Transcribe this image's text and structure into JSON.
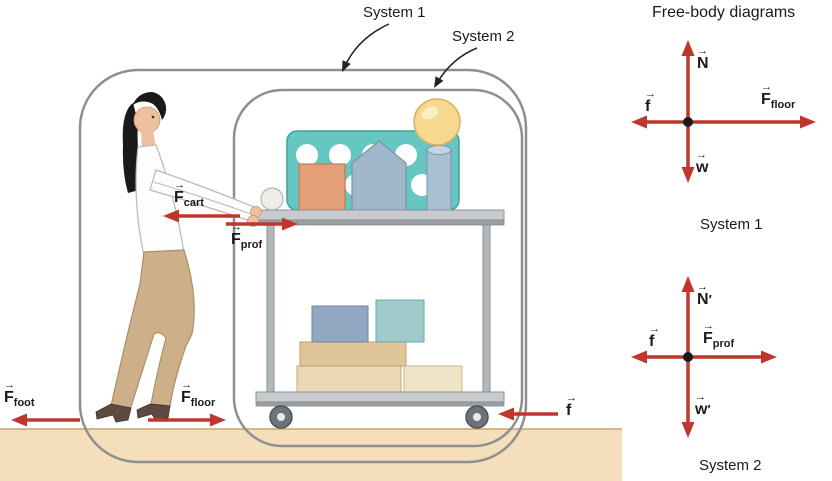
{
  "figure": {
    "title": "Free-body diagrams",
    "callouts": {
      "system1": "System 1",
      "system2": "System 2"
    }
  },
  "scene": {
    "forces": {
      "f_cart": {
        "letter": "F",
        "prime": "",
        "sub": "cart"
      },
      "f_prof": {
        "letter": "F",
        "prime": "",
        "sub": "prof"
      },
      "f_foot": {
        "letter": "F",
        "prime": "",
        "sub": "foot"
      },
      "f_floor": {
        "letter": "F",
        "prime": "",
        "sub": "floor"
      },
      "friction": {
        "letter": "f",
        "prime": "",
        "sub": ""
      }
    }
  },
  "fbd1": {
    "caption": "System 1",
    "normal": {
      "letter": "N",
      "prime": "",
      "sub": ""
    },
    "friction": {
      "letter": "f",
      "prime": "",
      "sub": ""
    },
    "applied": {
      "letter": "F",
      "prime": "",
      "sub": "floor"
    },
    "weight": {
      "letter": "w",
      "prime": "",
      "sub": ""
    }
  },
  "fbd2": {
    "caption": "System 2",
    "normal": {
      "letter": "N",
      "prime": "′",
      "sub": ""
    },
    "friction": {
      "letter": "f",
      "prime": "",
      "sub": ""
    },
    "applied": {
      "letter": "F",
      "prime": "",
      "sub": "prof"
    },
    "weight": {
      "letter": "w",
      "prime": "′",
      "sub": ""
    }
  },
  "colors": {
    "force_arrow": "#bf362c",
    "boundary": "#8f8f8f",
    "floor": "#f4debb",
    "rack": "#66c6c2",
    "ball": "#f6d88e",
    "dot": "#1a1a1a"
  }
}
